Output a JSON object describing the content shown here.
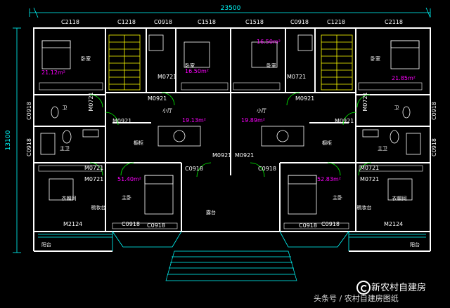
{
  "dimensions": {
    "overall_width": "23500",
    "overall_depth": "13100"
  },
  "windows": {
    "w1": "C2118",
    "w2": "C1218",
    "w3": "C0918",
    "w4": "C1518",
    "w5": "C1518",
    "w6": "C0918",
    "w7": "C1218",
    "w8": "C2118",
    "side_l1": "C0918",
    "side_l2": "C0918",
    "side_r1": "C0918",
    "side_r2": "C0918",
    "b1": "C0918",
    "b2": "C0918",
    "b3": "C0918",
    "b4": "C0918",
    "mid_l": "C0918",
    "mid_r": "C0918"
  },
  "doors": {
    "m0721_1": "M0721",
    "m0721_2": "M0721",
    "m0721_3": "M0721",
    "m0721_4": "M0721",
    "m0721_5": "M0721",
    "m0721_6": "M0721",
    "m0721_7": "M0721",
    "m0721_8": "M0721",
    "m0921_1": "M0921",
    "m0921_2": "M0921",
    "m0921_3": "M0921",
    "m0921_4": "M0921",
    "m0921_5": "M0921",
    "m0921_6": "M0921",
    "m2124_l": "M2124",
    "m2124_r": "M2124"
  },
  "rooms": {
    "bed_l": "卧室",
    "bed_r": "卧室",
    "bed_cl": "卧室",
    "bed_cr": "卧室",
    "bath_l": "卫",
    "bath_r": "卫",
    "mbath_l": "主卫",
    "mbath_r": "主卫",
    "hall_l": "小厅",
    "hall_r": "小厅",
    "closet_l": "衣帽间",
    "closet_r": "衣帽间",
    "dress_l": "梳妆台",
    "dress_r": "梳妆台",
    "master_l": "主卧",
    "master_r": "主卧",
    "cab_l": "橱柜",
    "cab_r": "橱柜",
    "terrace": "露台",
    "balcony_l": "阳台",
    "balcony_r": "阳台"
  },
  "areas": {
    "a1": "21.12m²",
    "a2": "16.50m²",
    "a3": "16.50m²",
    "a4": "21.85m²",
    "h1": "19.13m²",
    "h2": "19.89m²",
    "m1": "51.40m²",
    "m2": "52.83m²"
  },
  "watermark": {
    "brand": "新农村自建房",
    "channel": "头条号 / 农村自建房图纸"
  },
  "colors": {
    "wall": "#ffffff",
    "dim": "#00ffff",
    "label": "#ffffff",
    "area": "#ff00ff",
    "door": "#00ff00",
    "stair": "#ffff00"
  }
}
